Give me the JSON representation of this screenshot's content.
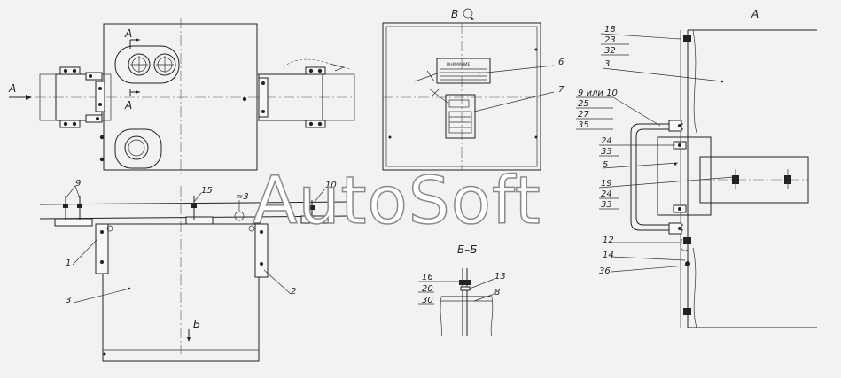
{
  "view_labels": {
    "section_a_left": "А",
    "section_a_bottom": "А",
    "section_a_side": "А",
    "view_v": "В",
    "view_a_title": "А",
    "section_bb": "Б–Б",
    "section_b_mark": "Б"
  },
  "plate_labels": {
    "warning_title": "ВНИМАНИЕ"
  },
  "callouts": {
    "c9": "9",
    "c15": "15",
    "c10": "10",
    "c1": "1",
    "c2": "2",
    "c3_main": "3",
    "c6": "6",
    "c7": "7",
    "c16": "16",
    "c20": "20",
    "c30": "30",
    "c13": "13",
    "c8": "8",
    "c18": "18",
    "c23": "23",
    "c32": "32",
    "c3_view": "3",
    "c9or10": "9 или 10",
    "c25": "25",
    "c27": "27",
    "c35": "35",
    "c24a": "24",
    "c33a": "33",
    "c5": "5",
    "c19": "19",
    "c24b": "24",
    "c33b": "33",
    "c12": "12",
    "c14": "14",
    "c36": "36",
    "dim_b": "≈3"
  },
  "watermark": "AutoSoft"
}
